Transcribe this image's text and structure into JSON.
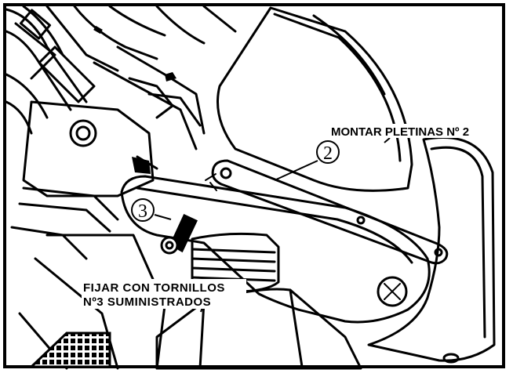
{
  "callouts": {
    "mount_plates": "MONTAR PLETINAS Nº 2",
    "fix_line1": "FIJAR CON TORNILLOS",
    "fix_line2": "Nº3 SUMINISTRADOS"
  },
  "part_numbers": {
    "plate": "2",
    "screw": "3"
  },
  "colors": {
    "ink": "#000000",
    "paper": "#ffffff"
  }
}
